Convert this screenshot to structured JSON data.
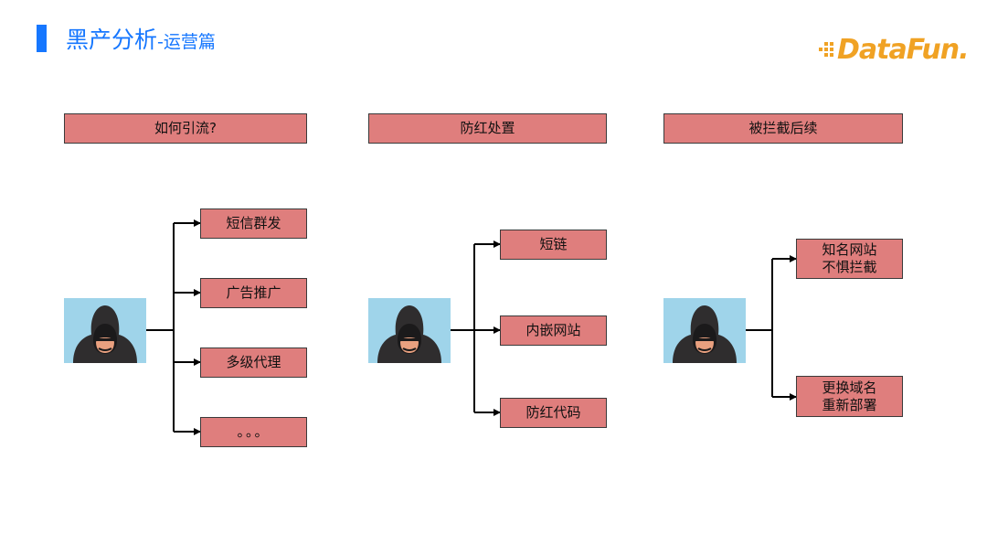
{
  "header": {
    "title_main": "黑产分析",
    "title_sub": "-运营篇"
  },
  "logo": {
    "text": "DataFun."
  },
  "columns": [
    {
      "heading": "如何引流?",
      "items": [
        "短信群发",
        "广告推广",
        "多级代理",
        "。。。"
      ]
    },
    {
      "heading": "防红处置",
      "items": [
        "短链",
        "内嵌网站",
        "防红代码"
      ]
    },
    {
      "heading": "被拦截后续",
      "items": [
        {
          "line1": "知名网站",
          "line2": "不惧拦截"
        },
        {
          "line1": "更换域名",
          "line2": "重新部署"
        }
      ]
    }
  ],
  "colors": {
    "title_blue": "#1677ff",
    "box_fill": "#df7e7d",
    "logo_orange": "#f0a224",
    "avatar_bg": "#9fd4ea"
  }
}
